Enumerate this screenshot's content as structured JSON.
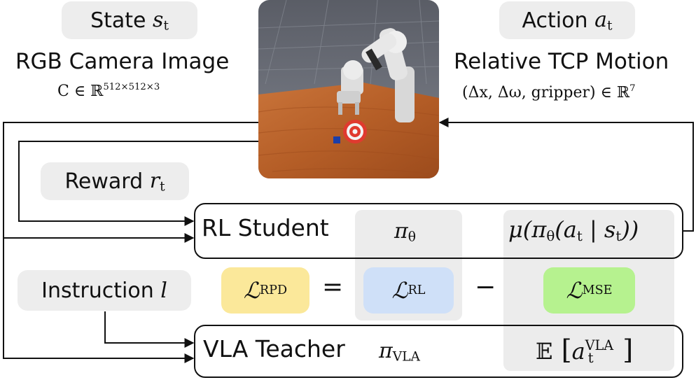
{
  "state": {
    "label": "State",
    "var": "s",
    "sub": "t"
  },
  "camera": {
    "title": "RGB Camera Image",
    "formula_lhs": "C ∈ ℝ",
    "formula_sup": "512×512×3"
  },
  "action": {
    "label": "Action",
    "var": "a",
    "sub": "t"
  },
  "tcp": {
    "title": "Relative TCP Motion",
    "formula_lhs": "(Δx, Δω, gripper) ∈ ℝ",
    "formula_sup": "7"
  },
  "reward": {
    "label": "Reward",
    "var": "r",
    "sub": "t"
  },
  "instruction": {
    "label": "Instruction",
    "var": "l"
  },
  "student": {
    "label": "RL Student",
    "policy_var": "π",
    "policy_sub": "θ",
    "mu_expr": "μ(π",
    "mu_sub": "θ",
    "mu_rest": "(a",
    "mu_rest_sub": "t",
    "mu_tail": " | s",
    "mu_tail_sub": "t",
    "mu_close": "))"
  },
  "loss": {
    "rpd": {
      "sym": "ℒ",
      "sub": "RPD",
      "color": "#fbe89a"
    },
    "equals": "=",
    "rl": {
      "sym": "ℒ",
      "sub": "RL",
      "color": "#cfe0f8"
    },
    "minus": "−",
    "mse": {
      "sym": "ℒ",
      "sub": "MSE",
      "color": "#b6f28f"
    }
  },
  "teacher": {
    "label": "VLA Teacher",
    "policy_var": "π",
    "policy_sub": "VLA",
    "exp_sym": "𝔼",
    "exp_var": "a",
    "exp_sub": "t",
    "exp_sup": "VLA"
  }
}
